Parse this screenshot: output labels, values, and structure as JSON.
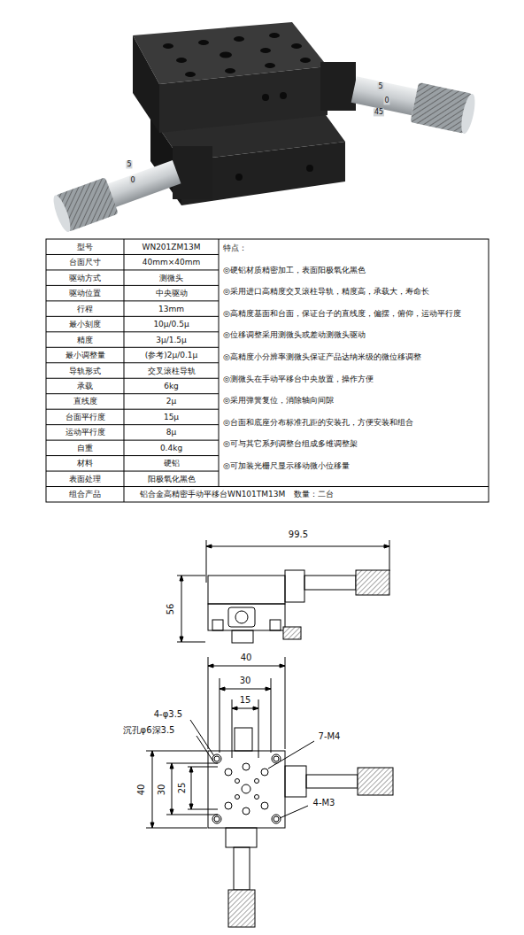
{
  "diagram": {
    "labels": [
      "5",
      "0",
      "45",
      "5",
      "0",
      "型号",
      "WN201ZM13M",
      "台面尺寸",
      "40mm×40mm",
      "驱动方式",
      "测微头",
      "驱动位置",
      "中央驱动",
      "行程",
      "13mm",
      "最小刻度",
      "10μ/0.5μ",
      "精度",
      "3μ/1.5μ",
      "最小调整量",
      "(参考)2μ/0.1μ",
      "导轨形式",
      "交叉滚柱导轨",
      "承载",
      "6kg",
      "直线度",
      "2μ",
      "台面平行度",
      "15μ",
      "运动平行度",
      "8μ",
      "自重",
      "0.4kg",
      "材料",
      "硬铝",
      "表面处理",
      "阳极氧化黑色",
      "特点：",
      "◎硬铝材质精密加工，表面阳极氧化黑色",
      "◎采用进口高精度交叉滚柱导轨，精度高，承载大，寿命长",
      "◎高精度基面和台面，保证台子的直线度，偏摆，俯仰，运动平行度",
      "◎位移调整采用测微头或差动测微头驱动",
      "◎高精度小分辨率测微头保证产品达纳米级的微位移调整",
      "◎测微头在手动平移台中央放置，操作方便",
      "◎采用弹簧复位，消除轴向间隙",
      "◎台面和底座分布标准孔距的安装孔，方便安装和组合",
      "◎可与其它系列调整台组成多维调整架",
      "◎可加装光栅尺显示移动微小位移量",
      "组合产品",
      "铝合金高精密手动平移台WN101TM13M",
      "数量：二台",
      "99.5",
      "56",
      "40",
      "30",
      "15",
      "4-φ3.5",
      "沉孔φ6深3.5",
      "7-M4",
      "40",
      "30",
      "25",
      "4-M3"
    ]
  }
}
